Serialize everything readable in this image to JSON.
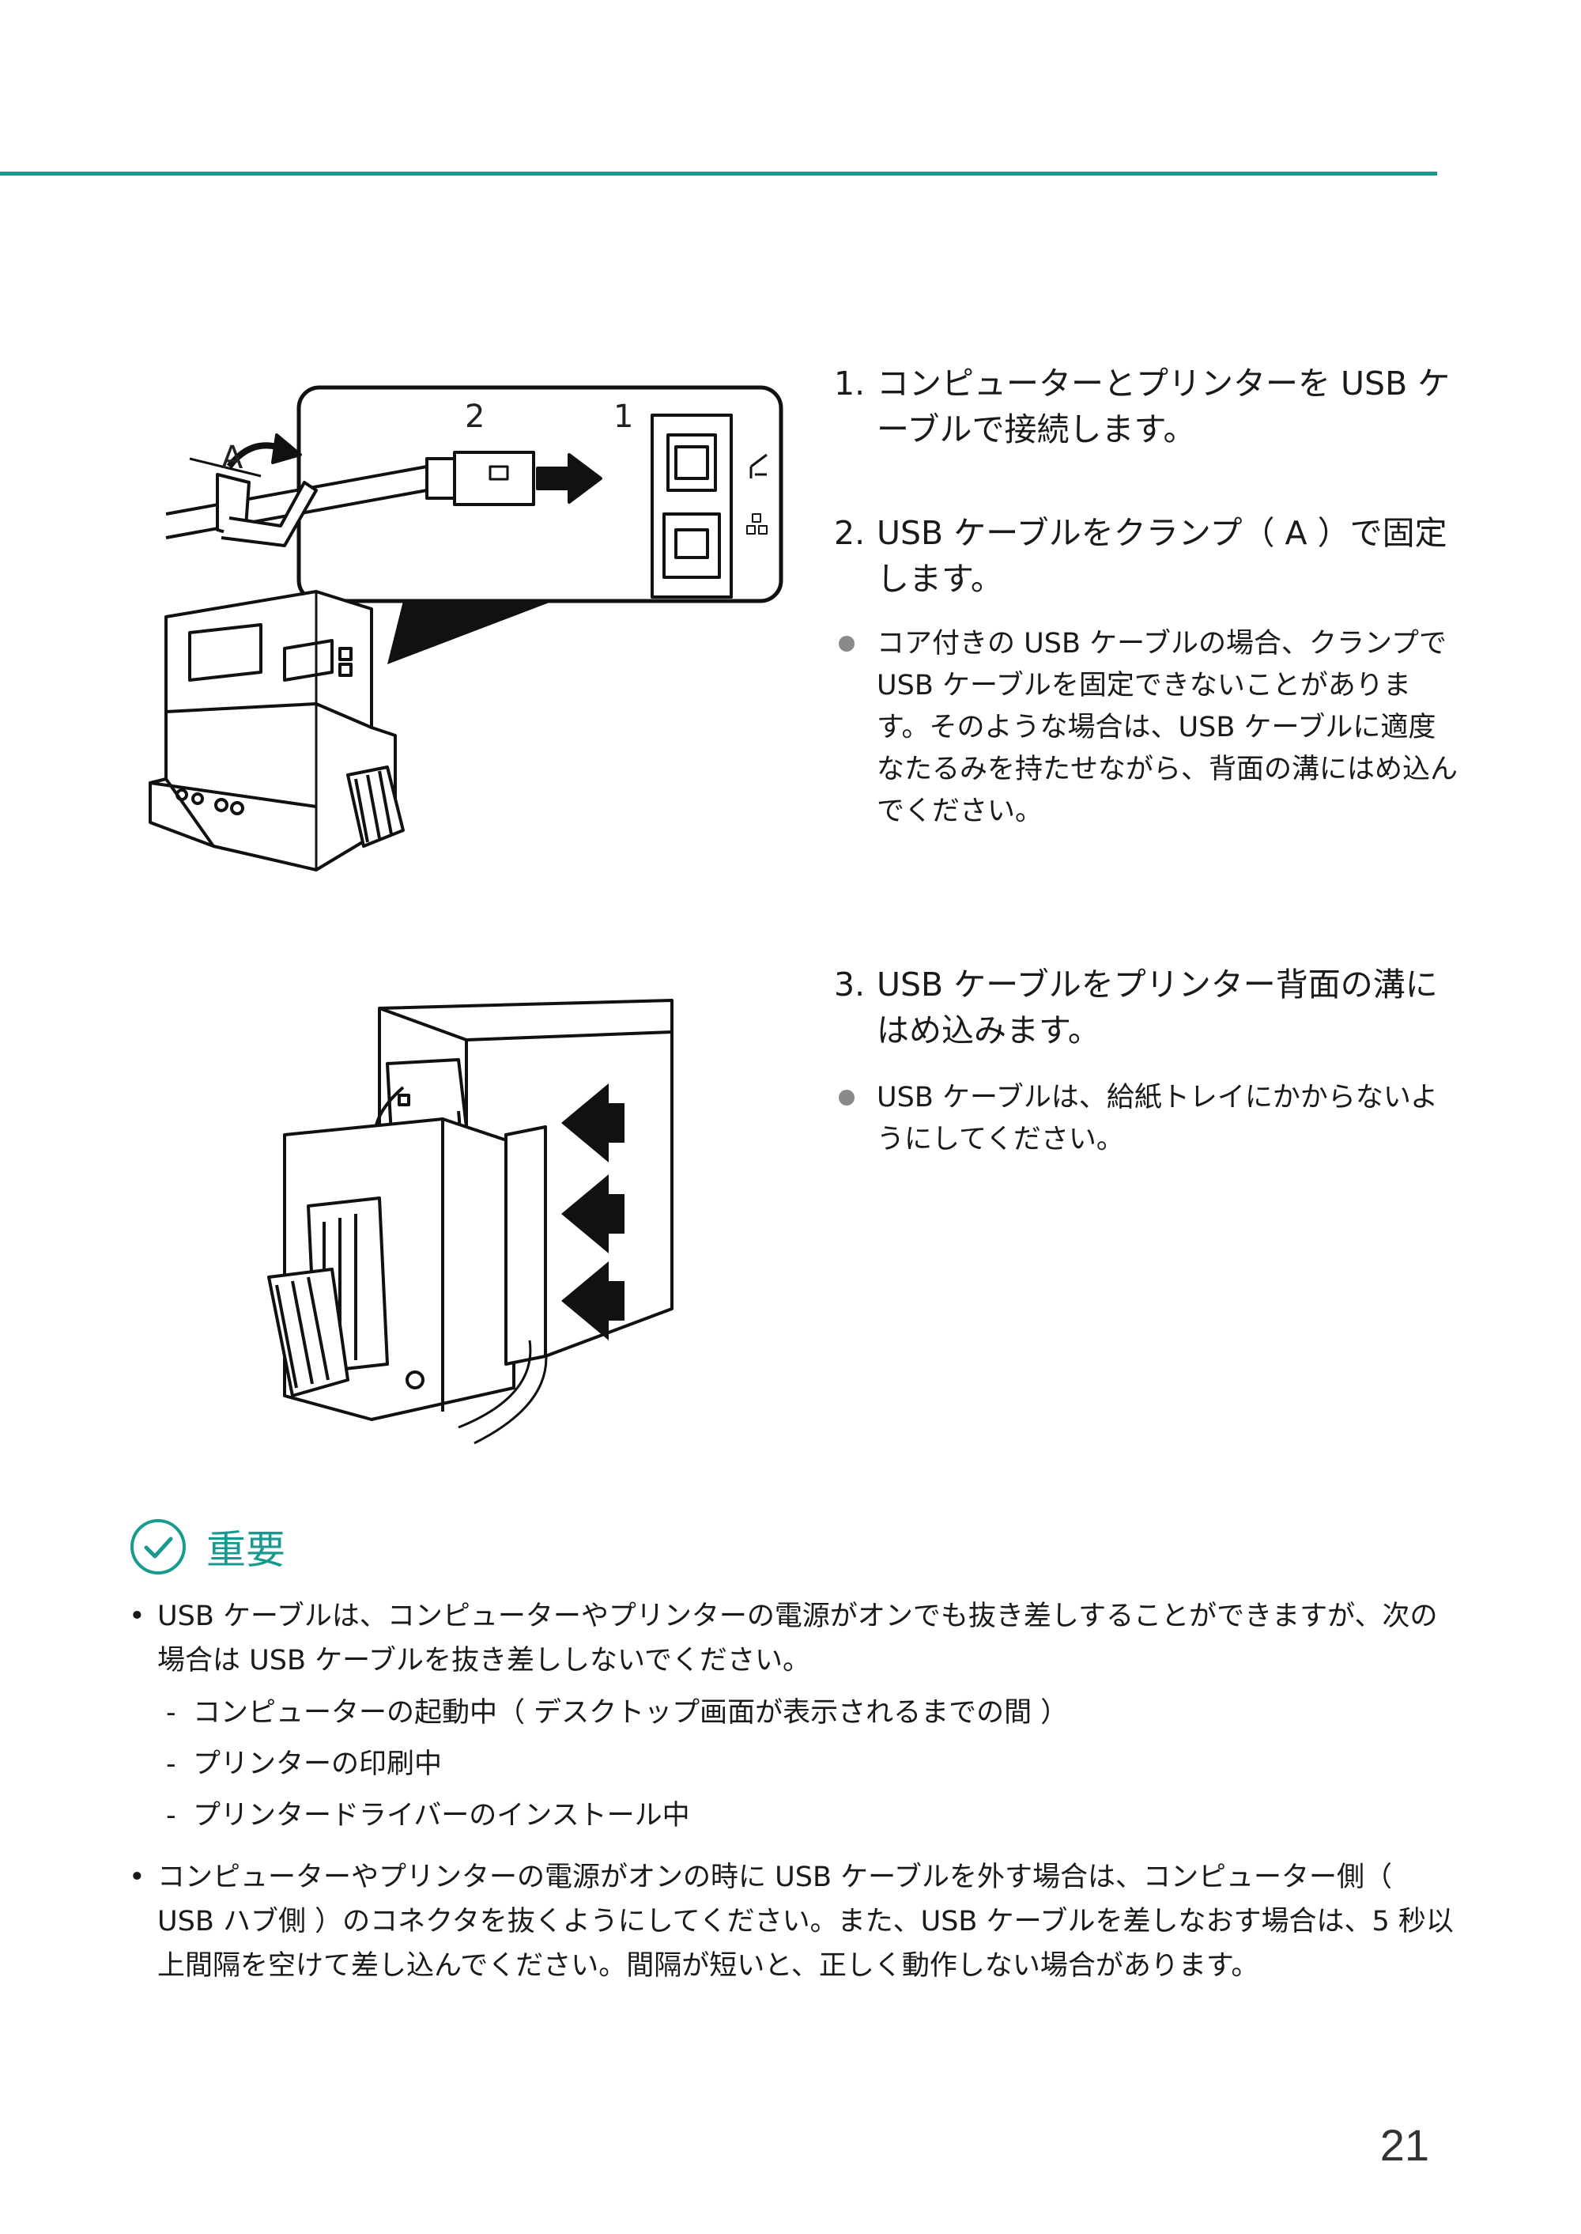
{
  "figure1": {
    "label_a": "A",
    "label_2": "2",
    "label_1": "1"
  },
  "steps": [
    {
      "num": "1.",
      "text": "コンピューターとプリンターを USB ケーブルで接続します。"
    },
    {
      "num": "2.",
      "text": "USB ケーブルをクランプ（ A ）で固定します。"
    },
    {
      "num": "3.",
      "text": "USB ケーブルをプリンター背面の溝にはめ込みます。"
    }
  ],
  "bullets": [
    {
      "text": "コア付きの USB ケーブルの場合、クランプで USB ケーブルを固定できないことがあります。そのような場合は、USB ケーブルに適度なたるみを持たせながら、背面の溝にはめ込んでください。"
    },
    {
      "text": "USB ケーブルは、給紙トレイにかからないようにしてください。"
    }
  ],
  "important": {
    "title": "重要",
    "notes": [
      {
        "mark": "•",
        "text": "USB ケーブルは、コンピューターやプリンターの電源がオンでも抜き差しすることができますが、次の場合は USB ケーブルを抜き差ししないでください。"
      },
      {
        "mark": "•",
        "text": "コンピューターやプリンターの電源がオンの時に USB ケーブルを外す場合は、コンピューター側（ USB ハブ側 ）のコネクタを抜くようにしてください。また、USB ケーブルを差しなおす場合は、5 秒以上間隔を空けて差し込んでください。間隔が短いと、正しく動作しない場合があります。"
      }
    ],
    "subitems": [
      {
        "mark": "-",
        "text": "コンピューターの起動中（ デスクトップ画面が表示されるまでの間 ）"
      },
      {
        "mark": "-",
        "text": "プリンターの印刷中"
      },
      {
        "mark": "-",
        "text": "プリンタードライバーのインストール中"
      }
    ]
  },
  "page_number": "21",
  "colors": {
    "accent": "#1a9a8f",
    "bullet": "#8a8a8a"
  }
}
